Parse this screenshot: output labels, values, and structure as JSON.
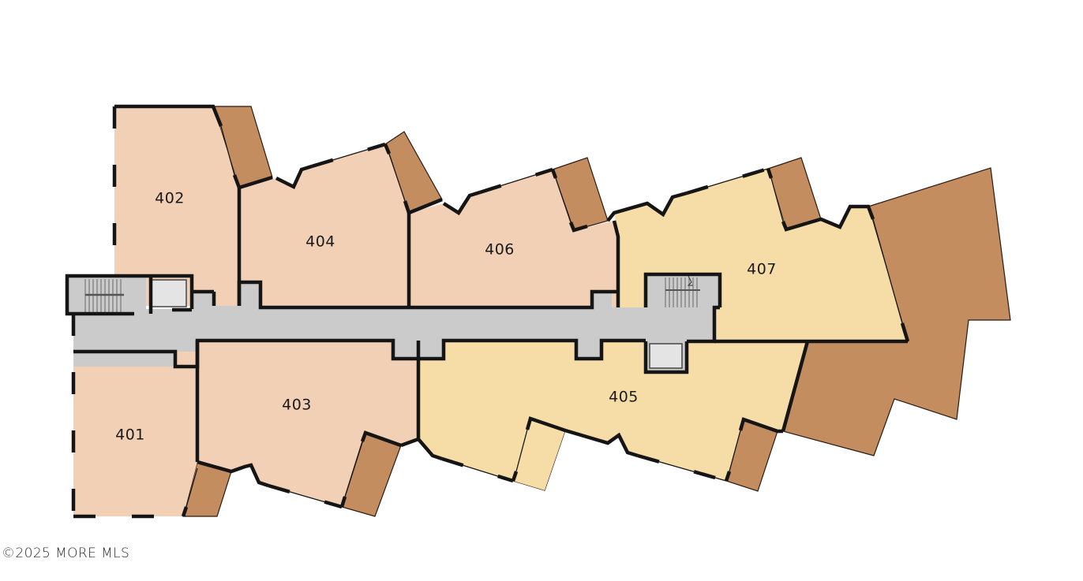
{
  "floor_plan": {
    "colors": {
      "unit_pink": "#F1D0B6",
      "unit_yellow": "#F6DDA7",
      "balcony": "#C38D60",
      "corridor": "#CBCBCB",
      "elevator_inner": "#E4E4E4",
      "wall": "#151515",
      "background": "#FFFFFF"
    },
    "units": [
      {
        "id": "401",
        "label": "401",
        "color": "unit_pink"
      },
      {
        "id": "402",
        "label": "402",
        "color": "unit_pink"
      },
      {
        "id": "403",
        "label": "403",
        "color": "unit_pink"
      },
      {
        "id": "404",
        "label": "404",
        "color": "unit_pink"
      },
      {
        "id": "405",
        "label": "405",
        "color": "unit_yellow"
      },
      {
        "id": "406",
        "label": "406",
        "color": "unit_pink"
      },
      {
        "id": "407",
        "label": "407",
        "color": "unit_yellow"
      }
    ],
    "common_areas": [
      {
        "id": "corridor",
        "label": ""
      },
      {
        "id": "stair-west",
        "label": ""
      },
      {
        "id": "stair-east",
        "label": ""
      },
      {
        "id": "elevator-west",
        "label": ""
      },
      {
        "id": "elevator-east",
        "label": ""
      }
    ]
  },
  "footer": {
    "copyright": "©2025 MORE MLS"
  }
}
